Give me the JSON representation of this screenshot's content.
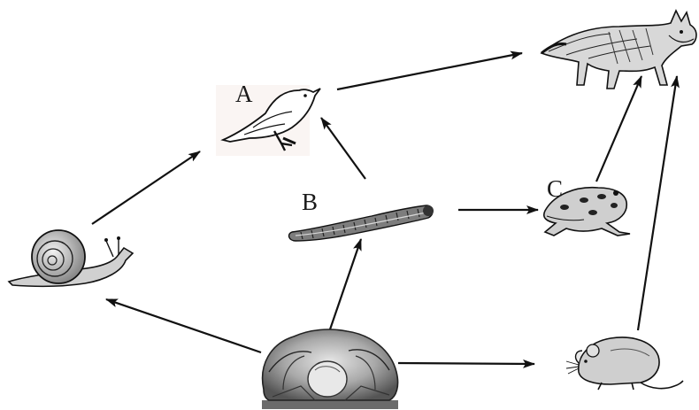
{
  "labels": {
    "A": "A",
    "B": "B",
    "C": "C"
  },
  "organisms": [
    {
      "id": "snail",
      "icon": "snail-icon"
    },
    {
      "id": "bird",
      "icon": "bird-icon",
      "label_key": "A"
    },
    {
      "id": "caterpillar",
      "icon": "caterpillar-icon",
      "label_key": "B"
    },
    {
      "id": "frog",
      "icon": "frog-icon",
      "label_key": "C"
    },
    {
      "id": "fox",
      "icon": "fox-icon"
    },
    {
      "id": "cabbage",
      "icon": "cabbage-icon"
    },
    {
      "id": "mouse",
      "icon": "mouse-icon"
    }
  ],
  "arrows": [
    {
      "from": "cabbage",
      "to": "snail"
    },
    {
      "from": "cabbage",
      "to": "caterpillar"
    },
    {
      "from": "cabbage",
      "to": "mouse"
    },
    {
      "from": "snail",
      "to": "bird"
    },
    {
      "from": "caterpillar",
      "to": "bird"
    },
    {
      "from": "caterpillar",
      "to": "frog"
    },
    {
      "from": "bird",
      "to": "fox"
    },
    {
      "from": "frog",
      "to": "fox"
    },
    {
      "from": "mouse",
      "to": "fox"
    }
  ],
  "colors": {
    "ink": "#111111",
    "cabbage_green": "#7a7a7a",
    "ground": "#6b6b6b"
  }
}
